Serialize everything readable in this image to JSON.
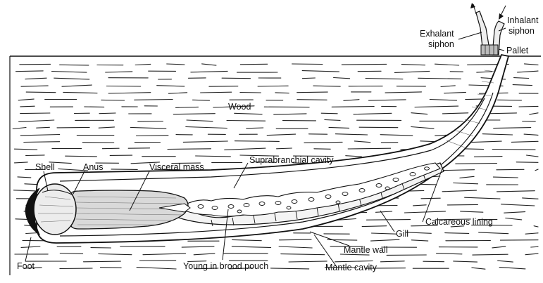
{
  "diagram": {
    "labels": {
      "exhalant_siphon_1": "Exhalant",
      "exhalant_siphon_2": "siphon",
      "inhalant_siphon_1": "Inhalant",
      "inhalant_siphon_2": "siphon",
      "pallet": "Pallet",
      "wood": "Wood",
      "shell": "Shell",
      "anus": "Anus",
      "visceral_mass": "Visceral mass",
      "suprabranchial_cavity": "Suprabranchial cavity",
      "calcareous_lining": "Calcareous lining",
      "gill": "Gill",
      "mantle_wall": "Mantle wall",
      "foot": "Foot",
      "young_in_brood_pouch": "Young in brood pouch",
      "mantle_cavity": "Mantle cavity"
    }
  }
}
